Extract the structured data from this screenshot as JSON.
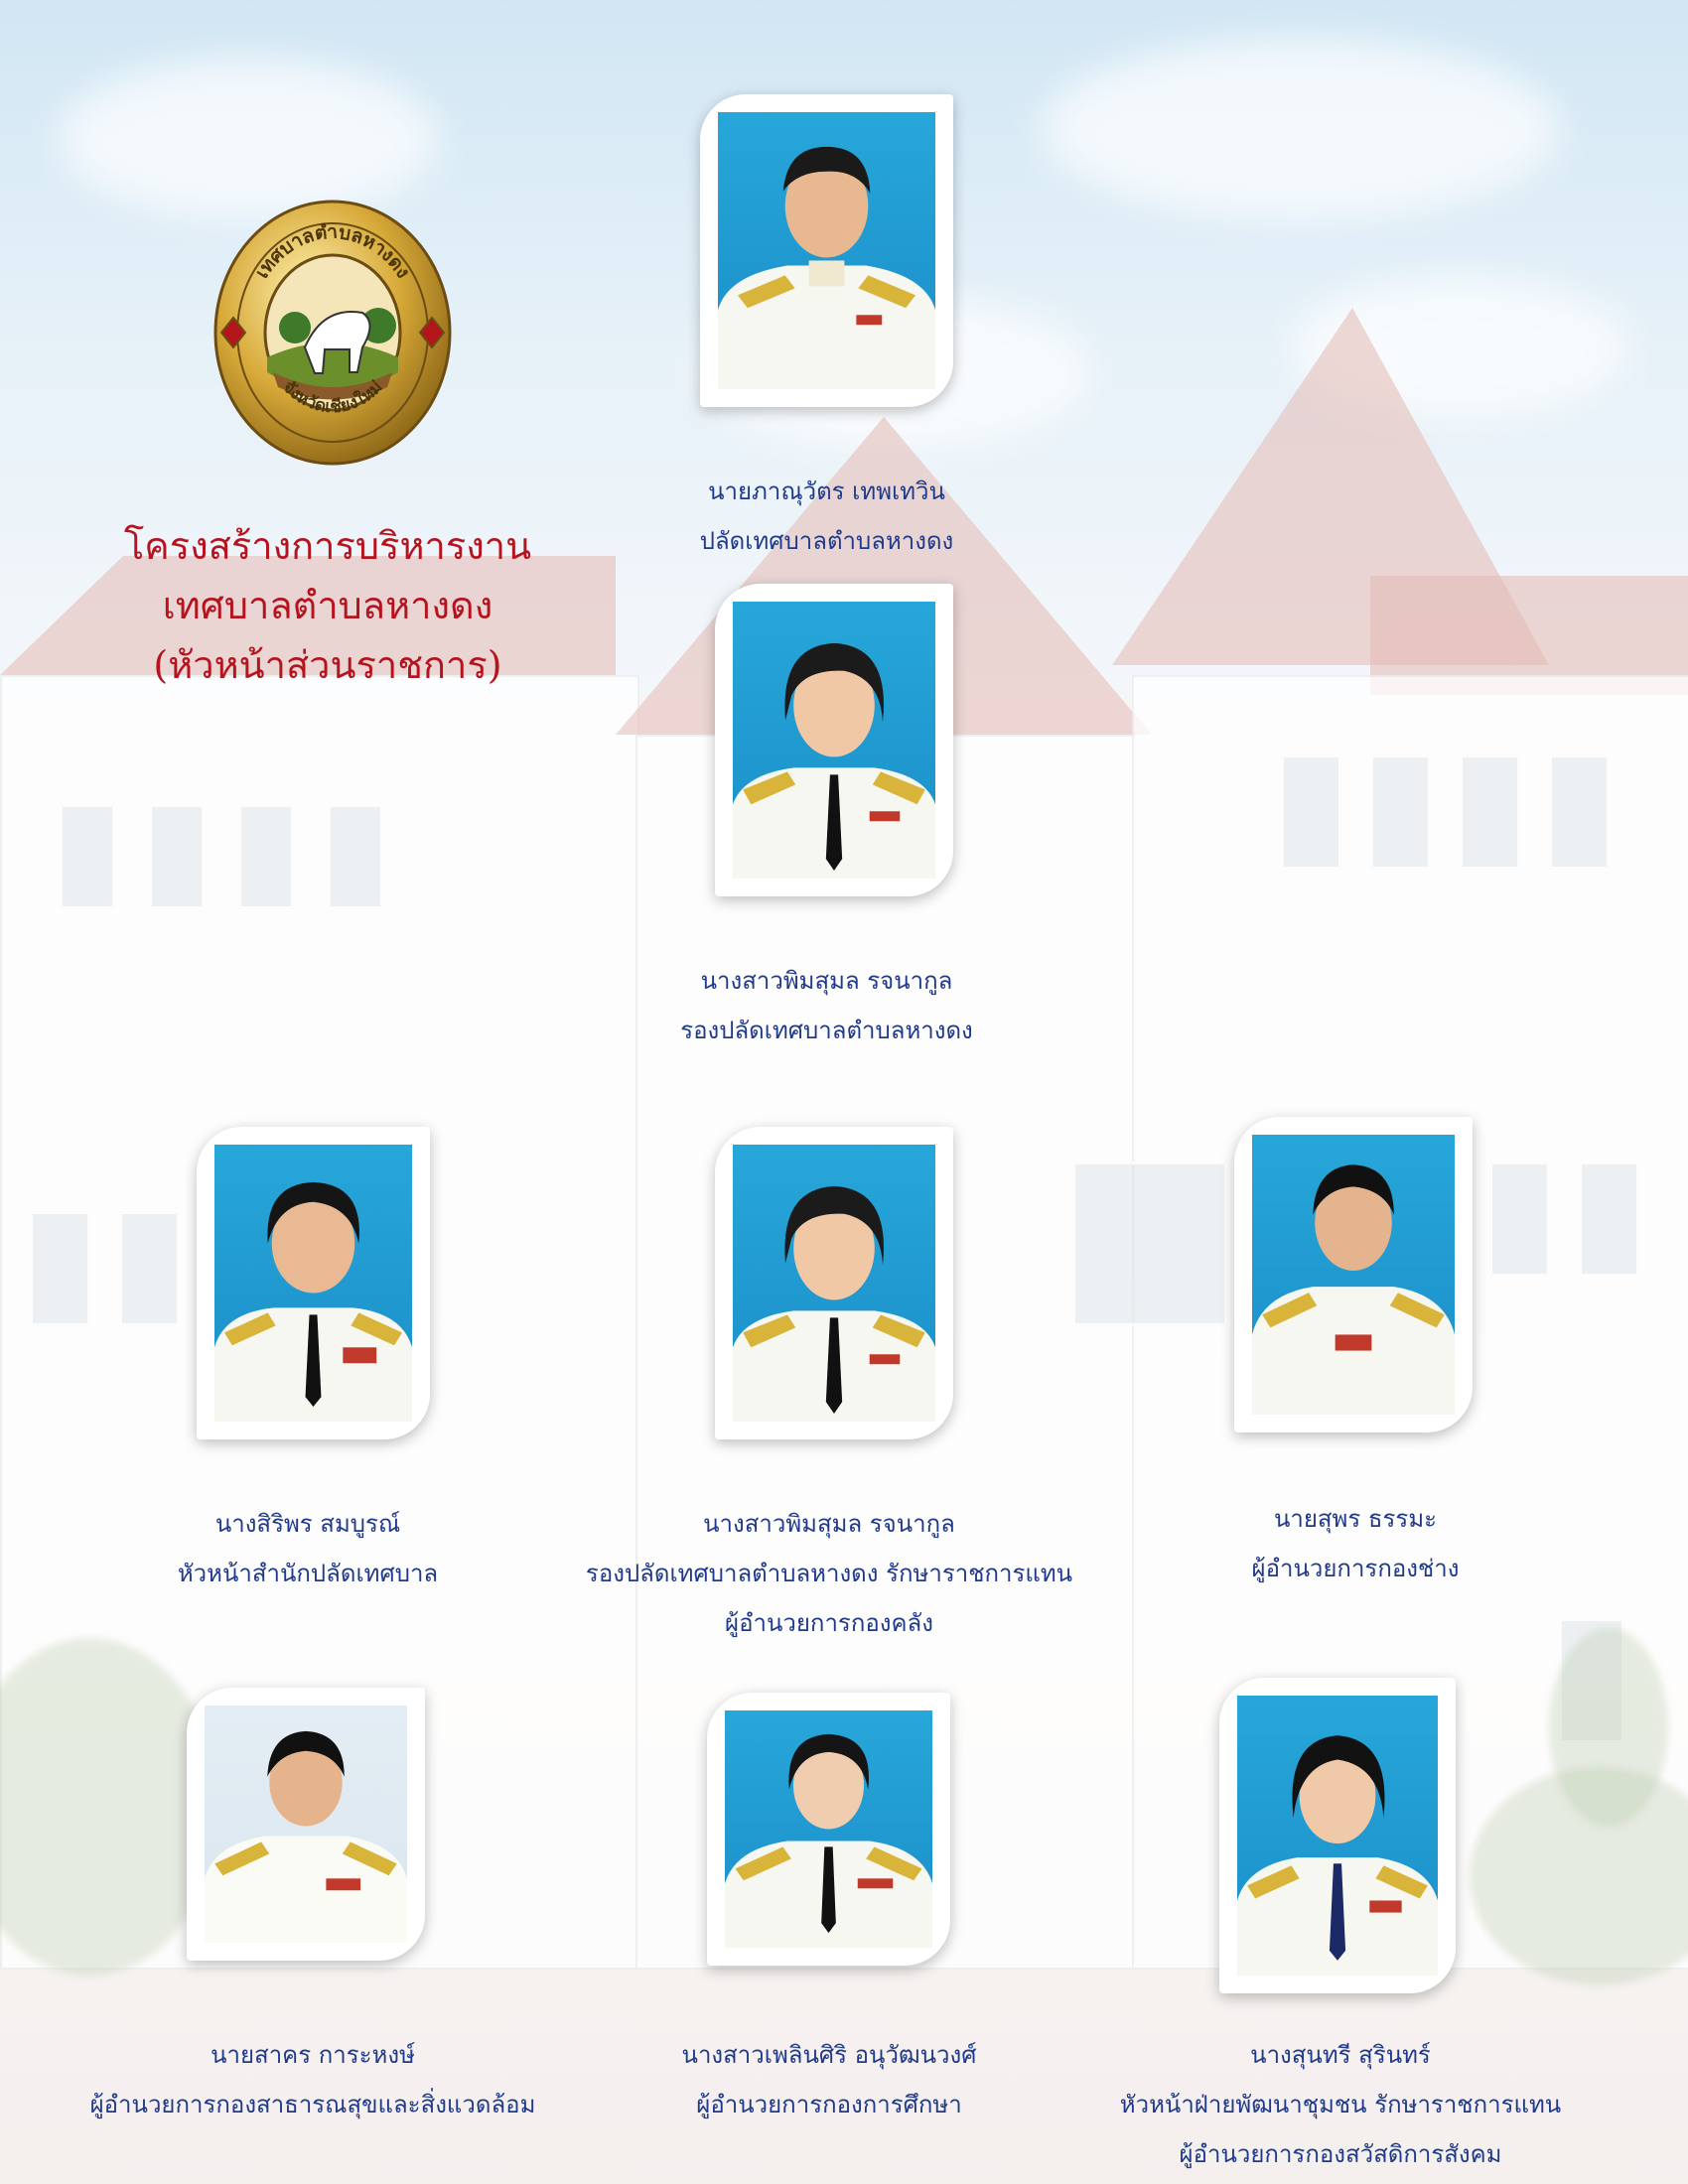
{
  "title": {
    "line1": "โครงสร้างการบริหารงาน",
    "line2": "เทศบาลตำบลหางดง",
    "line3": "(หัวหน้าส่วนราชการ)"
  },
  "seal": {
    "top_text": "เทศบาลตำบลหางดง",
    "bottom_text": "จังหวัดเชียงใหม่"
  },
  "people": [
    {
      "name": "นายภาณุวัตร  เทพเทวิน",
      "position": "ปลัดเทศบาลตำบลหางดง",
      "position2": ""
    },
    {
      "name": "นางสาวพิมสุมล  รจนากูล",
      "position": "รองปลัดเทศบาลตำบลหางดง",
      "position2": ""
    },
    {
      "name": "นางสิริพร  สมบูรณ์",
      "position": "หัวหน้าสำนักปลัดเทศบาล",
      "position2": ""
    },
    {
      "name": "นางสาวพิมสุมล  รจนากูล",
      "position": "รองปลัดเทศบาลตำบลหางดง รักษาราชการแทน",
      "position2": "ผู้อำนวยการกองคลัง"
    },
    {
      "name": "นายสุพร  ธรรมะ",
      "position": "ผู้อำนวยการกองช่าง",
      "position2": ""
    },
    {
      "name": "นายสาคร  การะหงษ์",
      "position": "ผู้อำนวยการกองสาธารณสุขและสิ่งแวดล้อม",
      "position2": ""
    },
    {
      "name": "นางสาวเพลินศิริ  อนุวัฒนวงศ์",
      "position": "ผู้อำนวยการกองการศึกษา",
      "position2": ""
    },
    {
      "name": "นางสุนทรี  สุรินทร์",
      "position": "หัวหน้าฝ่ายพัฒนาชุมชน รักษาราชการแทน",
      "position2": "ผู้อำนวยการกองสวัสดิการสังคม"
    }
  ],
  "colors": {
    "title": "#b5141f",
    "caption": "#1f3a8a",
    "photo_background": "#1a8dc8"
  }
}
